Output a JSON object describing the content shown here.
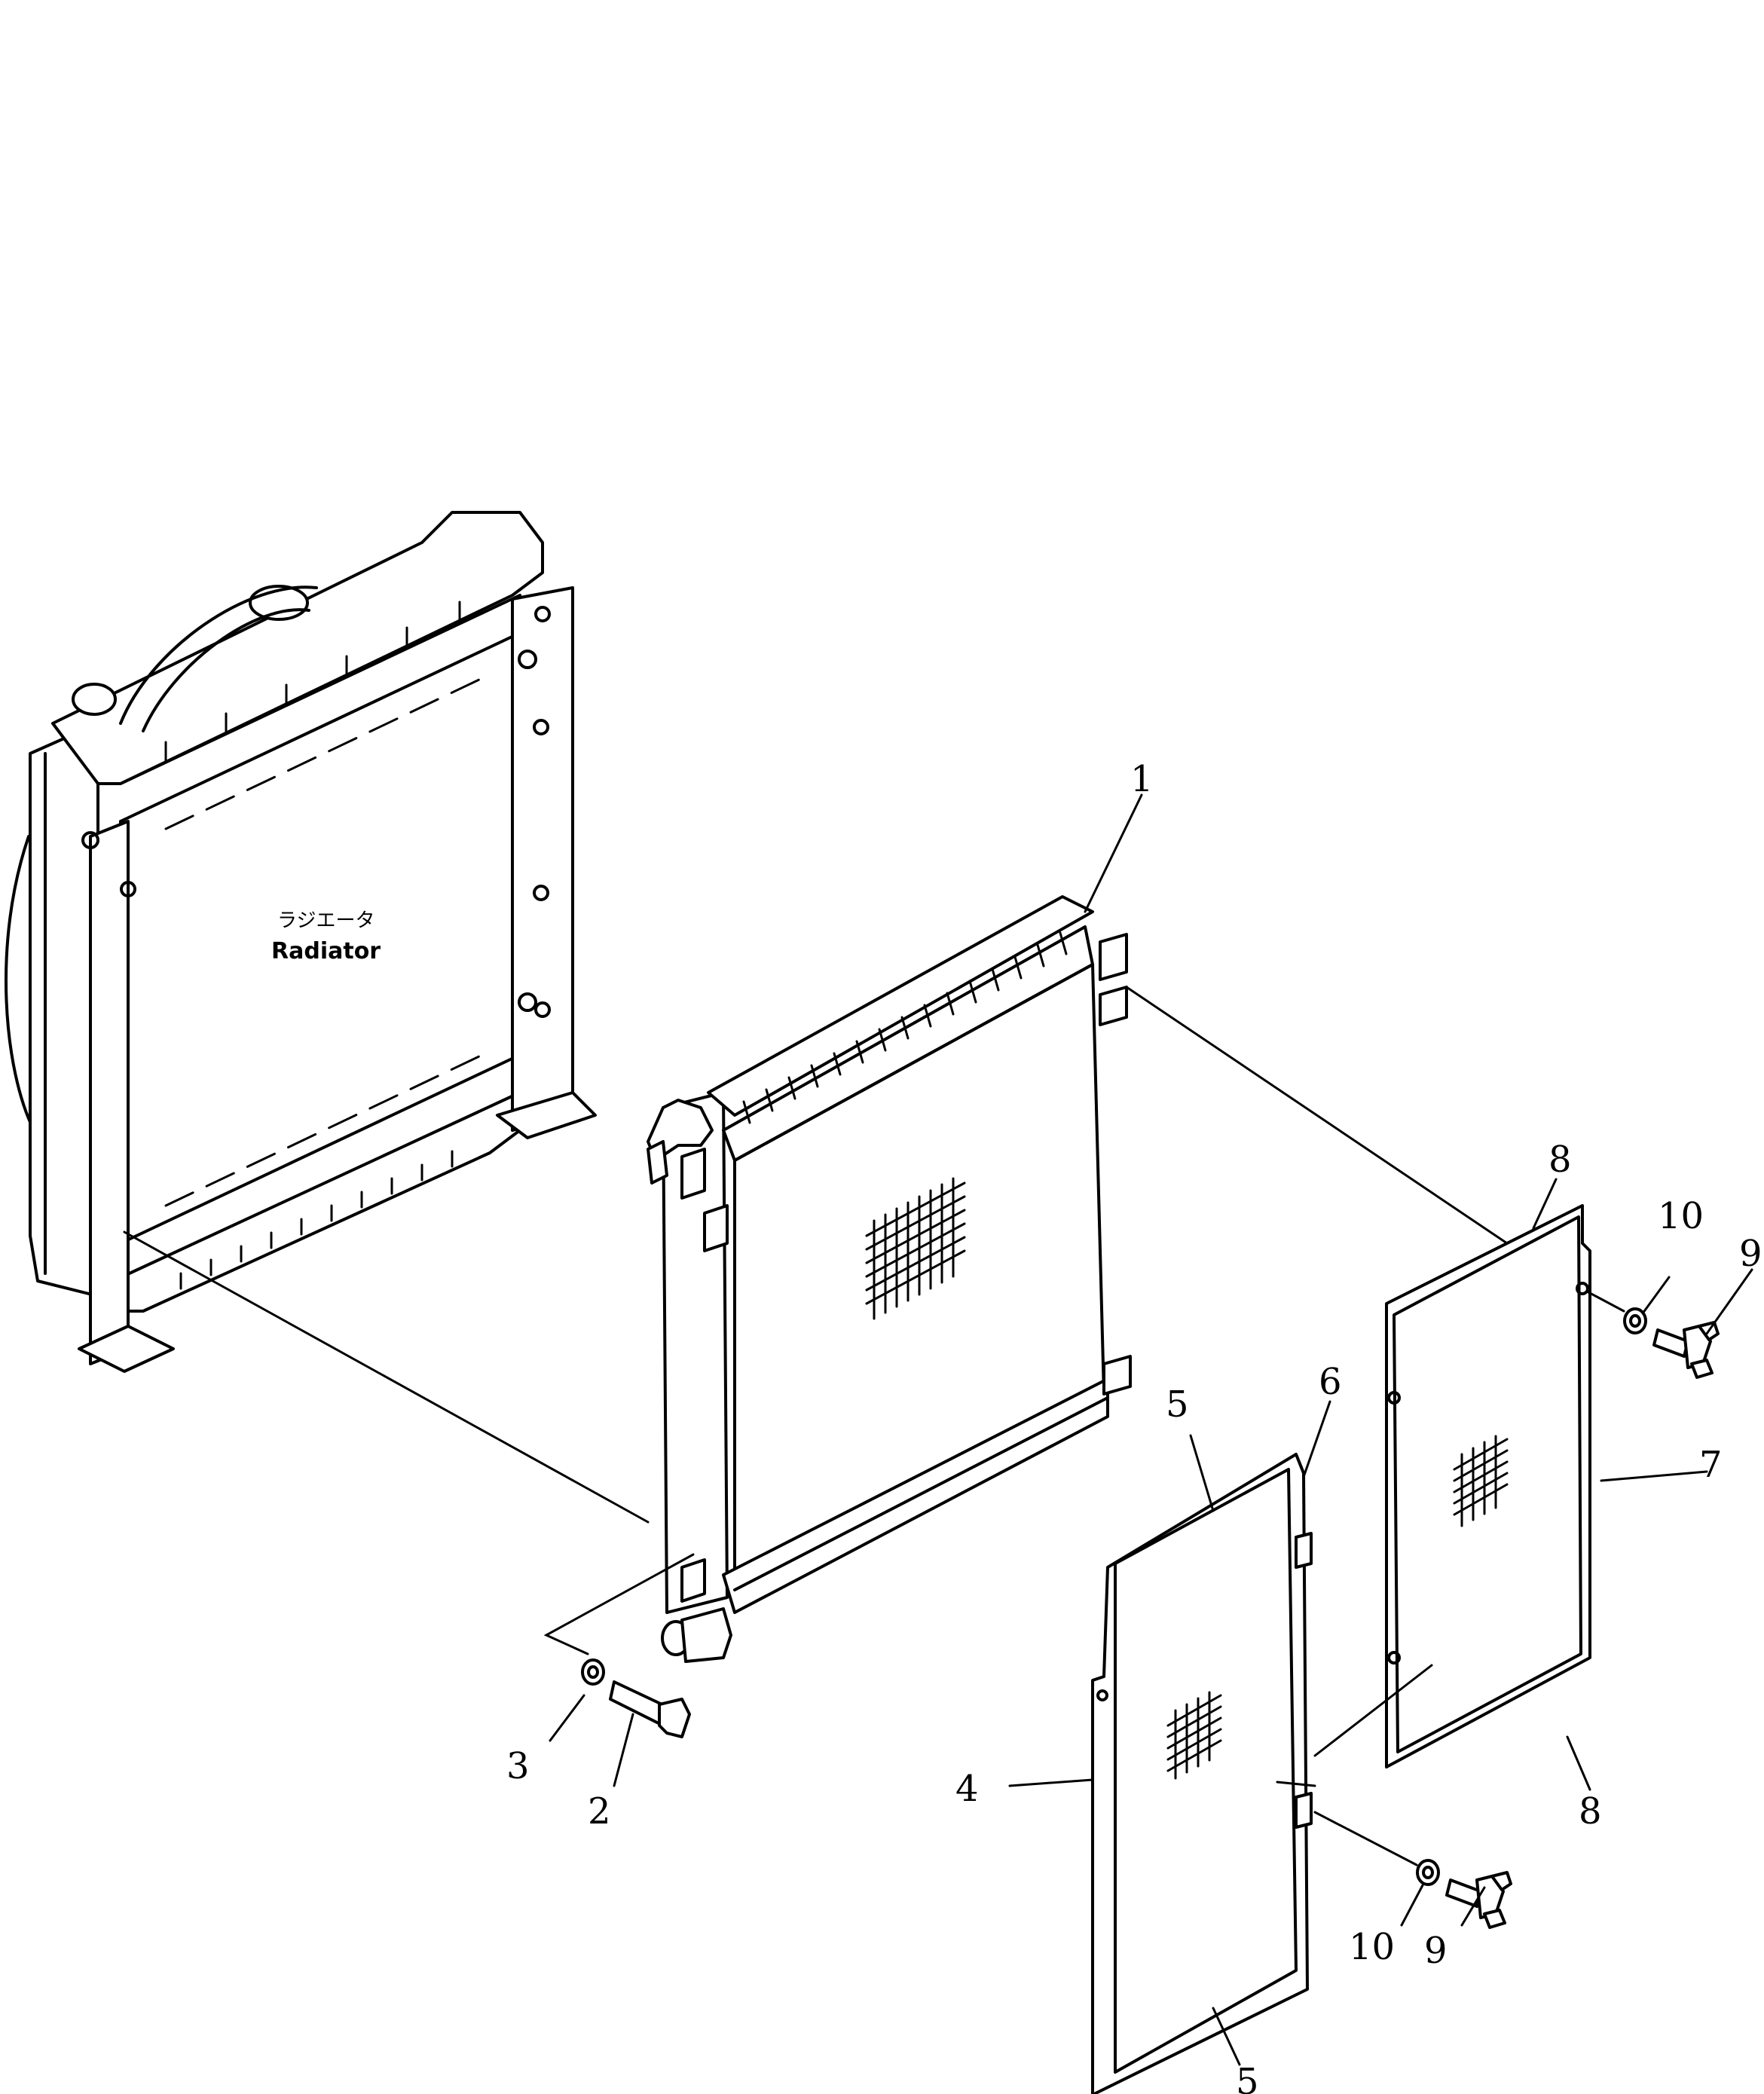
{
  "radiator_label": {
    "japanese": "ラジエータ",
    "english": "Radiator"
  },
  "callouts": {
    "c1": "1",
    "c2": "2",
    "c3": "3",
    "c4": "4",
    "c5a": "5",
    "c5b": "5",
    "c6": "6",
    "c7": "7",
    "c8a": "8",
    "c8b": "8",
    "c9a": "9",
    "c9b": "9",
    "c10a": "10",
    "c10b": "10"
  }
}
